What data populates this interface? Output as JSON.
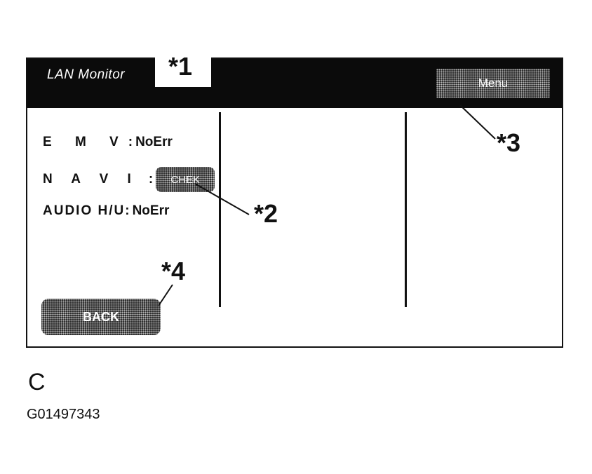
{
  "screen": {
    "title": "LAN Monitor",
    "menu_label": "Menu",
    "rows": [
      {
        "label": "E M V",
        "status": "NoErr"
      },
      {
        "label": "N A V I",
        "status": "CHEK"
      },
      {
        "label": "AUDIO H/U",
        "status": "NoErr"
      }
    ],
    "back_label": "BACK"
  },
  "callouts": {
    "c1": "*1",
    "c2": "*2",
    "c3": "*3",
    "c4": "*4"
  },
  "figure": {
    "letter": "C",
    "id": "G01497343"
  }
}
